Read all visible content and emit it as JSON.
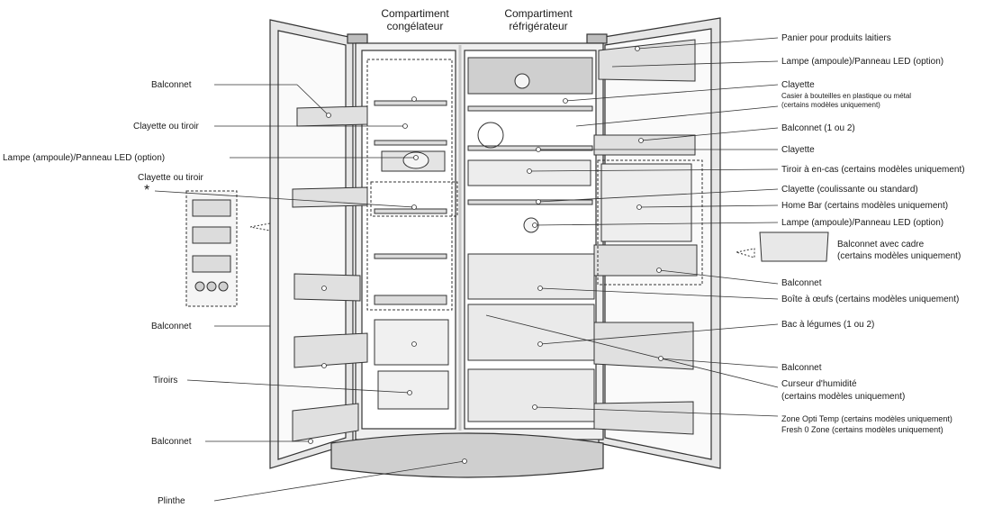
{
  "headers": {
    "freezer": [
      "Compartiment",
      "congélateur"
    ],
    "fridge": [
      "Compartiment",
      "réfrigérateur"
    ]
  },
  "left_labels": {
    "balconnet_top": "Balconnet",
    "clayette_tiroir_1": "Clayette ou tiroir",
    "lampe_left": "Lampe (ampoule)/Panneau LED (option)",
    "clayette_tiroir_2": "Clayette ou tiroir",
    "asterisk": "*",
    "balconnet_mid": "Balconnet",
    "tiroirs": "Tiroirs",
    "balconnet_bottom": "Balconnet",
    "plinthe": "Plinthe"
  },
  "right_labels": {
    "panier": "Panier pour produits laitiers",
    "lampe_1": "Lampe (ampoule)/Panneau LED (option)",
    "clayette_1": "Clayette",
    "casier_line1": "Casier à bouteilles en plastique ou métal",
    "casier_line2": "(certains modèles uniquement)",
    "balconnet_1ou2": "Balconnet (1 ou 2)",
    "clayette_2": "Clayette",
    "tiroir_encas": "Tiroir à en-cas (certains modèles uniquement)",
    "clayette_coulissante": "Clayette (coulissante ou standard)",
    "home_bar": "Home Bar (certains modèles uniquement)",
    "lampe_2": "Lampe (ampoule)/Panneau LED (option)",
    "balconnet_cadre_1": "Balconnet avec cadre",
    "balconnet_cadre_2": "(certains modèles uniquement)",
    "balconnet_right_1": "Balconnet",
    "boite_oeufs": "Boîte à œufs (certains modèles uniquement)",
    "bac_legumes": "Bac à légumes (1 ou 2)",
    "balconnet_right_2": "Balconnet",
    "curseur_1": "Curseur d'humidité",
    "curseur_2": "(certains modèles uniquement)",
    "zone_opti": "Zone Opti Temp  (certains modèles  uniquement)",
    "fresh_zone": "Fresh 0 Zone  (certains modèles uniquement)"
  },
  "colors": {
    "line": "#333333",
    "body": "#d9d9d9",
    "shade": "#bfbfbf",
    "dark": "#7f7f7f"
  }
}
